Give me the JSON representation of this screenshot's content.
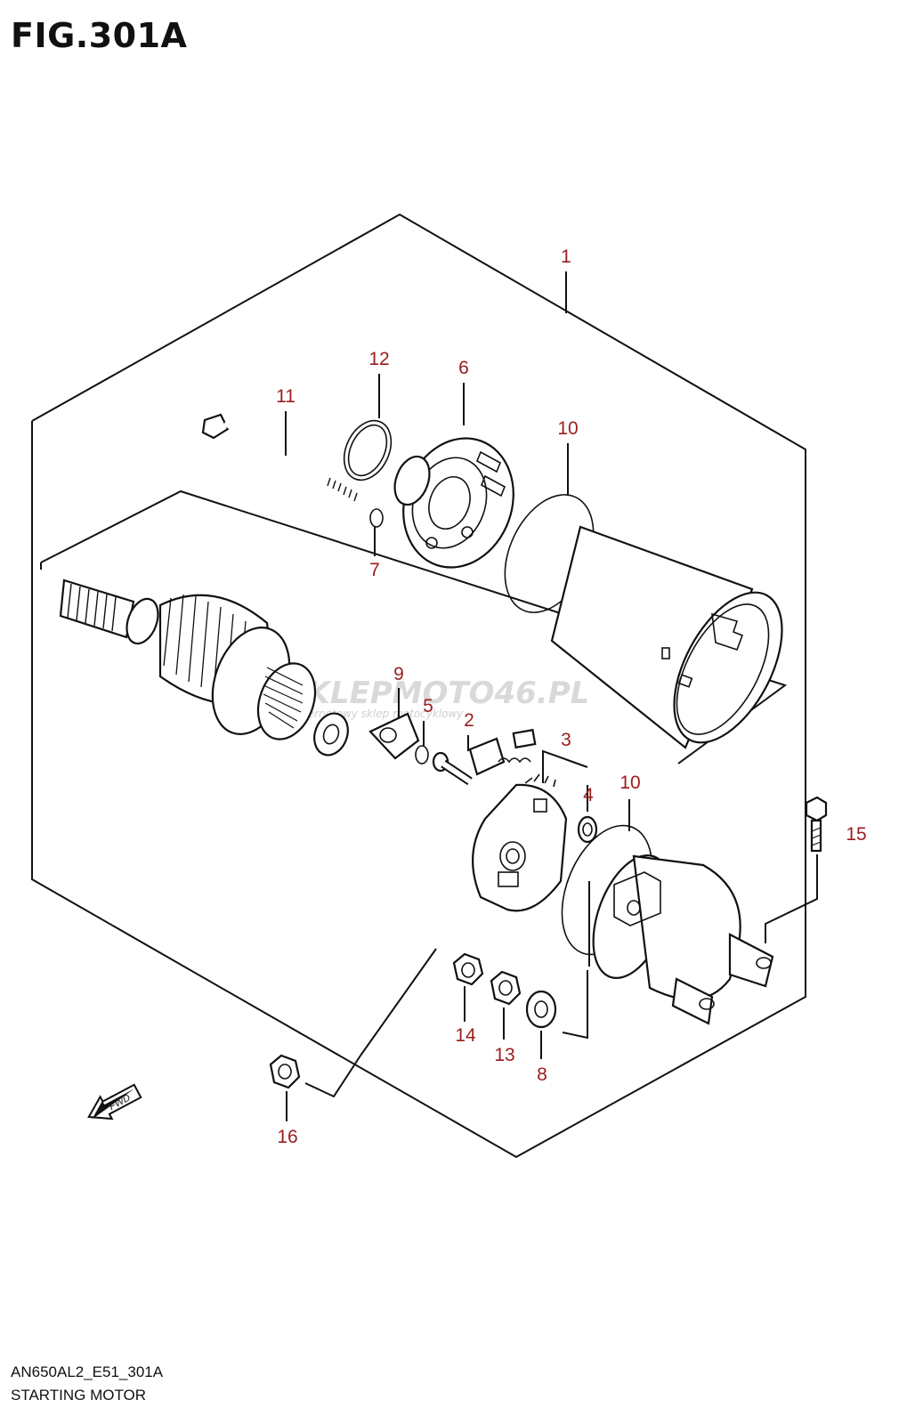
{
  "figure": {
    "title": "FIG.301A",
    "code": "AN650AL2_E51_301A",
    "name": "STARTING MOTOR"
  },
  "watermark": {
    "text": "SKLEPMOTO46.PL",
    "subtext": "internetowy sklep motocyklowy"
  },
  "fwd_label": "FWD",
  "callouts": [
    "1",
    "12",
    "6",
    "11",
    "10",
    "7",
    "9",
    "5",
    "2",
    "3",
    "4",
    "10",
    "15",
    "14",
    "13",
    "8",
    "16"
  ]
}
